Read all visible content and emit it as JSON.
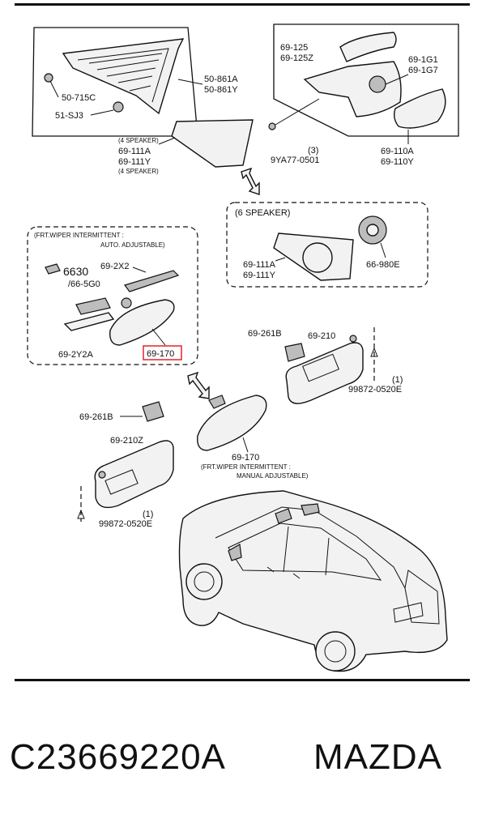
{
  "labels": {
    "p50861a": "50-861A",
    "p50861y": "50-861Y",
    "p50715c": "50-715C",
    "p51sj3": "51-SJ3",
    "p69125": "69-125",
    "p69125z": "69-125Z",
    "p691g1": "69-1G1",
    "p691g7": "69-1G7",
    "p4speaker_a": "(4 SPEAKER)",
    "p69111a": "69-111A",
    "p69111y": "69-111Y",
    "p4speaker_b": "(4 SPEAKER)",
    "p9ya77_qty": "(3)",
    "p9ya77": "9YA77-0501",
    "p69110a": "69-110A",
    "p69110y": "69-110Y",
    "p6speaker": "(6 SPEAKER)",
    "p69111a_b": "69-111A",
    "p69111y_b": "69-111Y",
    "p66980e": "66-980E",
    "frt_auto_1": "(FRT.WIPER INTERMITTENT :",
    "frt_auto_2": "AUTO. ADJUSTABLE)",
    "p692x2": "69-2X2",
    "p6630": "6630",
    "p665g0": "/66-5G0",
    "p692y2a": "69-2Y2A",
    "p69170_hl": "69-170",
    "p69261b_r": "69-261B",
    "p69210": "69-210",
    "p99872_qty_r": "(1)",
    "p99872_r": "99872-0520E",
    "p69261b_l": "69-261B",
    "p69210z": "69-210Z",
    "p69170": "69-170",
    "frt_man_1": "(FRT.WIPER INTERMITTENT :",
    "frt_man_2": "MANUAL ADJUSTABLE)",
    "p99872_qty_l": "(1)",
    "p99872_l": "99872-0520E"
  },
  "footer": {
    "part_number": "C23669220A",
    "brand": "MAZDA"
  },
  "colors": {
    "highlight": "#e8202a"
  }
}
